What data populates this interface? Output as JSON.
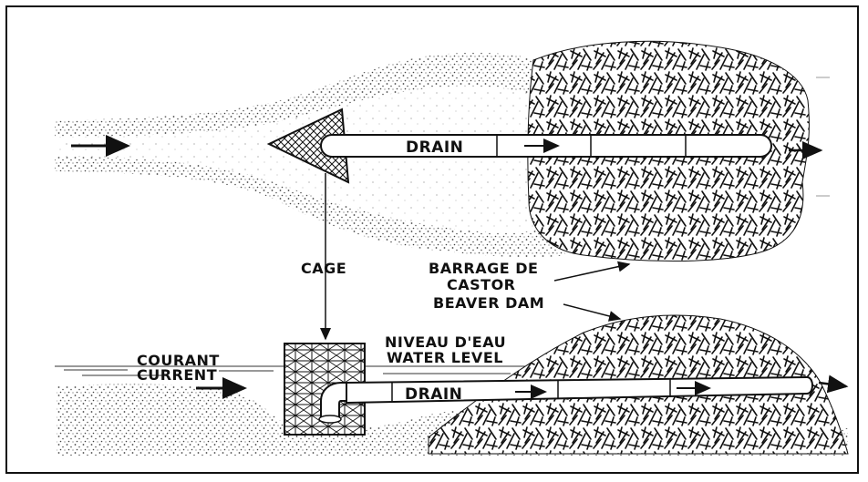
{
  "labels": {
    "drain_top": "DRAIN",
    "drain_bottom": "DRAIN",
    "cage": "CAGE",
    "barrage_line1": "BARRAGE DE",
    "barrage_line2": "CASTOR",
    "beaver_dam": "BEAVER DAM",
    "niveau": "NIVEAU D'EAU",
    "water_level": "WATER LEVEL",
    "courant": "COURANT",
    "current": "CURRENT"
  },
  "colors": {
    "ink": "#111111",
    "stipple": "#555555",
    "background": "#ffffff"
  }
}
